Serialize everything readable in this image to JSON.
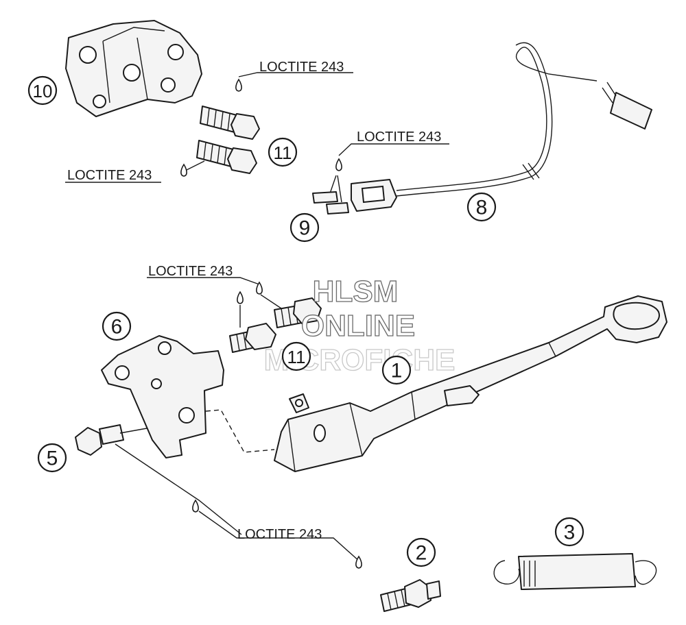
{
  "callouts": {
    "c1": "1",
    "c2": "2",
    "c3": "3",
    "c5": "5",
    "c6": "6",
    "c8": "8",
    "c9": "9",
    "c10": "10",
    "c11a": "11",
    "c11b": "11"
  },
  "notes": {
    "n1": "LOCTITE 243",
    "n2": "LOCTITE 243",
    "n3": "LOCTITE 243",
    "n4": "LOCTITE 243",
    "n5": "LOCTITE 243"
  },
  "watermark": {
    "line1": "HLSM",
    "line2": "ONLINE",
    "line3": "MICROFICHE"
  }
}
